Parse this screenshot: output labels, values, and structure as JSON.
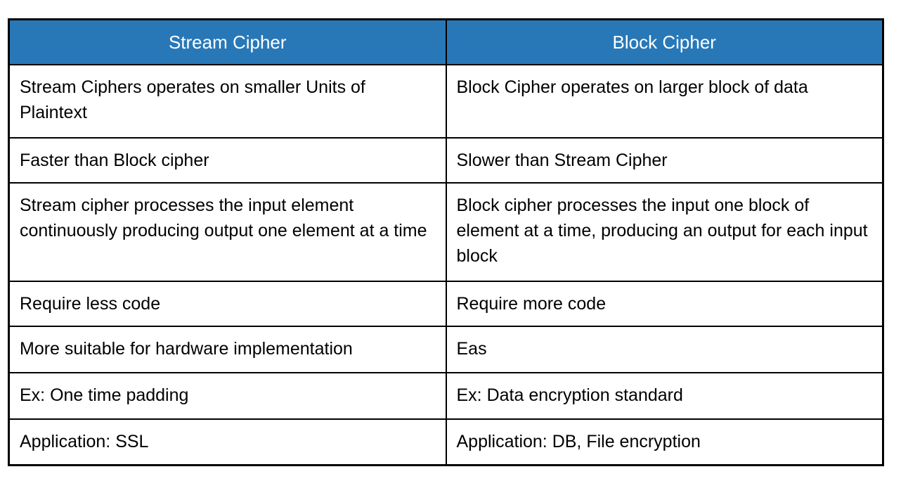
{
  "colors": {
    "header_bg": "#2878B8",
    "header_text": "#ffffff",
    "border": "#000000",
    "body_text": "#000000",
    "page_bg": "#ffffff"
  },
  "table": {
    "columns": [
      {
        "label": "Stream Cipher"
      },
      {
        "label": "Block Cipher"
      }
    ],
    "rows": [
      {
        "stream": "Stream Ciphers operates on smaller Units of Plaintext",
        "block": "Block Cipher operates on larger block of data"
      },
      {
        "stream": "Faster than Block cipher",
        "block": "Slower than Stream Cipher"
      },
      {
        "stream": "Stream cipher processes the input element continuously producing output one element at a time",
        "block": "Block cipher processes the input one block of element at a time, producing an output for each input block"
      },
      {
        "stream": "Require less code",
        "block": "Require more code"
      },
      {
        "stream": "More suitable for hardware implementation",
        "block": "Eas"
      },
      {
        "stream": "Ex: One time padding",
        "block": "Ex: Data encryption standard"
      },
      {
        "stream": "Application: SSL",
        "block": "Application: DB, File encryption"
      }
    ]
  }
}
